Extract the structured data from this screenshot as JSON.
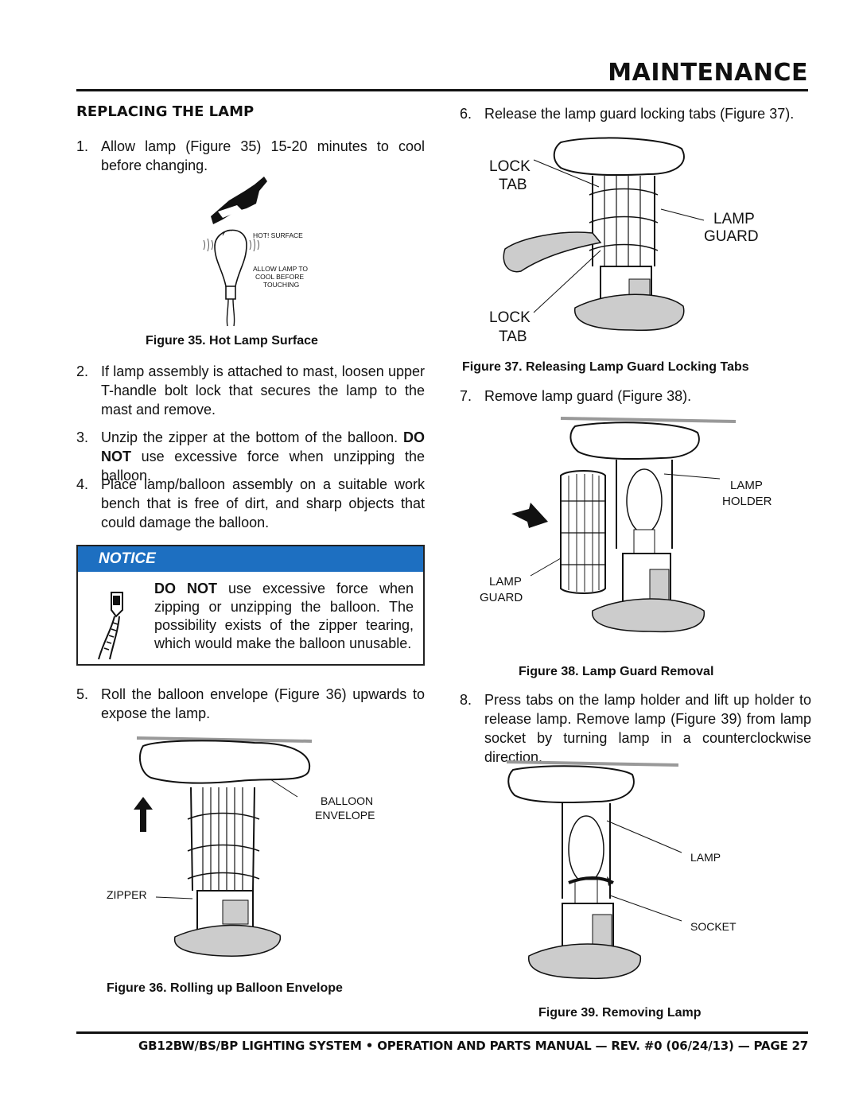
{
  "header": {
    "title": "MAINTENANCE"
  },
  "section": {
    "title": "REPLACING THE LAMP"
  },
  "steps": {
    "s1": {
      "num": "1.",
      "text": "Allow lamp (Figure 35) 15-20 minutes to cool before changing."
    },
    "s2": {
      "num": "2.",
      "text": "If lamp assembly is attached to mast, loosen upper T-handle bolt lock that secures the lamp to the mast and remove."
    },
    "s3": {
      "num": "3.",
      "text_a": "Unzip the zipper at the bottom of the balloon.",
      "text_bold": "DO NOT",
      "text_b": "use excessive force when unzipping the balloon."
    },
    "s4": {
      "num": "4.",
      "text": "Place lamp/balloon assembly on a suitable work bench that is free of dirt, and sharp objects that could damage the balloon."
    },
    "s5": {
      "num": "5.",
      "text": "Roll the balloon envelope (Figure 36) upwards to expose the lamp."
    },
    "s6": {
      "num": "6.",
      "text": "Release the lamp guard locking tabs (Figure 37)."
    },
    "s7": {
      "num": "7.",
      "text": "Remove lamp guard (Figure 38)."
    },
    "s8": {
      "num": "8.",
      "text": "Press tabs on the lamp holder and lift up holder to release lamp. Remove lamp (Figure 39) from lamp socket by turning lamp in a counterclockwise direction."
    }
  },
  "notice": {
    "label": "NOTICE",
    "bold": "DO NOT",
    "text": "use excessive force when zipping or unzipping the balloon. The possibility exists of the zipper tearing, which would make the balloon unusable."
  },
  "figures": {
    "fig35": {
      "caption": "Figure 35. Hot Lamp Surface",
      "label_hot": "HOT! SURFACE",
      "label_allow1": "ALLOW LAMP TO",
      "label_allow2": "COOL BEFORE",
      "label_allow3": "TOUCHING"
    },
    "fig36": {
      "caption": "Figure 36. Rolling up Balloon Envelope",
      "label_balloon1": "BALLOON",
      "label_balloon2": "ENVELOPE",
      "label_zipper": "ZIPPER"
    },
    "fig37": {
      "caption": "Figure 37. Releasing Lamp Guard Locking Tabs",
      "lock1a": "LOCK",
      "lock1b": "TAB",
      "guard_a": "LAMP",
      "guard_b": "GUARD",
      "lock2a": "LOCK",
      "lock2b": "TAB"
    },
    "fig38": {
      "caption": "Figure 38. Lamp Guard Removal",
      "holder_a": "LAMP",
      "holder_b": "HOLDER",
      "guard_a": "LAMP",
      "guard_b": "GUARD"
    },
    "fig39": {
      "caption": "Figure 39. Removing Lamp",
      "lamp": "LAMP",
      "socket": "SOCKET"
    }
  },
  "footer": {
    "text": "GB12BW/BS/BP LIGHTING SYSTEM • OPERATION AND PARTS MANUAL — REV. #0 (06/24/13)  — PAGE 27"
  }
}
